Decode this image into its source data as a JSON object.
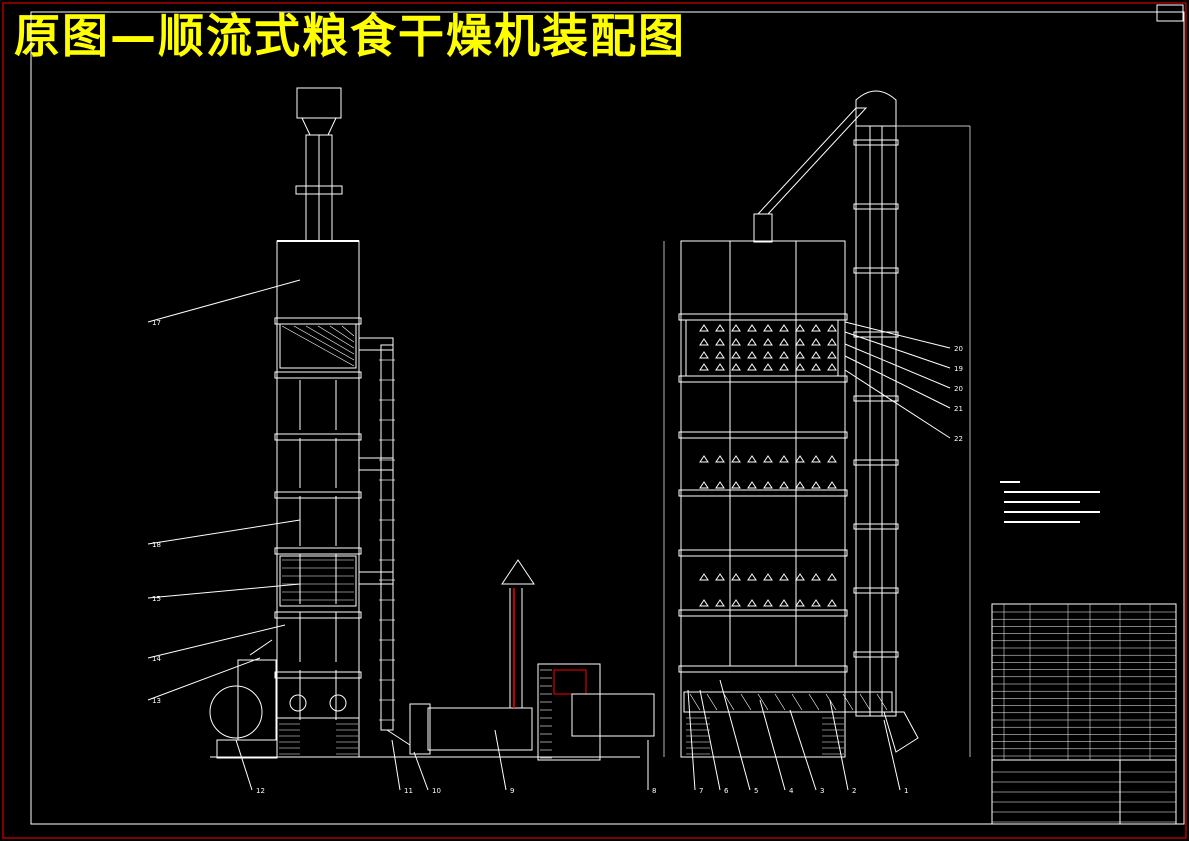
{
  "title": "原图—顺流式粮食干燥机装配图",
  "colors": {
    "background": "#000000",
    "title": "#ffff00",
    "lines": "#ffffff",
    "border": "#ff0000",
    "accent": "#ff3333"
  },
  "callouts_left": [
    "17",
    "18",
    "15",
    "14",
    "13",
    "12",
    "11",
    "10",
    "9"
  ],
  "callouts_right": [
    "20",
    "19",
    "20",
    "21",
    "22"
  ],
  "callouts_bottom": [
    "8",
    "7",
    "6",
    "5",
    "4",
    "3",
    "2",
    "1"
  ]
}
